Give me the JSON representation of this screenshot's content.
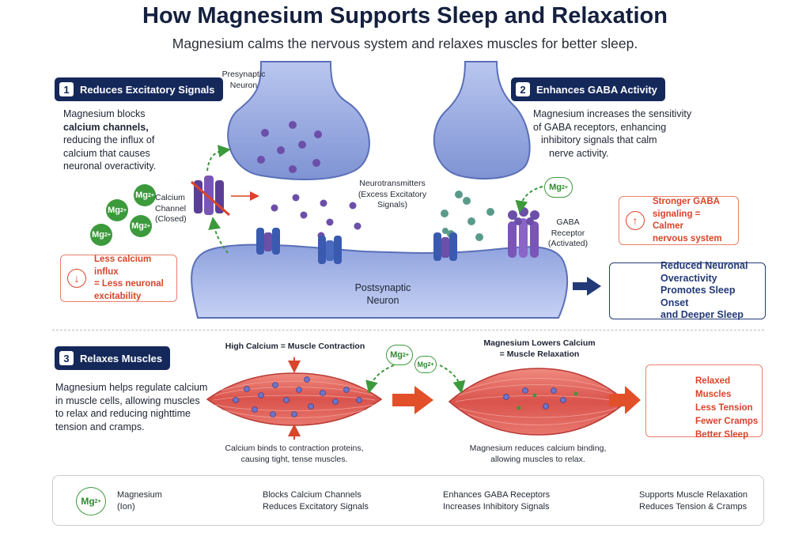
{
  "header": {
    "title": "How Magnesium Supports Sleep and Relaxation",
    "subtitle": "Magnesium calms the nervous system and relaxes muscles for better sleep."
  },
  "section1": {
    "number": "1",
    "title": "Reduces Excitatory Signals",
    "body": [
      "Magnesium blocks",
      "calcium channels,",
      "reducing the influx of",
      "calcium that causes",
      "neuronal overactivity."
    ],
    "channel_label": [
      "Calcium",
      "Channel",
      "(Closed)"
    ],
    "callout": [
      "Less calcium influx",
      "= Less neuronal",
      "excitability"
    ]
  },
  "section2": {
    "number": "2",
    "title": "Enhances GABA Activity",
    "body": [
      "Magnesium increases the sensitivity",
      "of GABA receptors, enhancing",
      "inhibitory signals that calm",
      "nerve activity."
    ],
    "receptor_label": [
      "GABA",
      "Receptor",
      "(Activated)"
    ],
    "callout": [
      "Stronger GABA",
      "signaling = Calmer",
      "nervous system"
    ]
  },
  "synapse": {
    "presynaptic": [
      "Presynaptic",
      "Neuron"
    ],
    "neurotransmitters": [
      "Neurotransmitters",
      "(Excess Excitatory",
      "Signals)"
    ],
    "postsynaptic": [
      "Postsynaptic",
      "Neuron"
    ]
  },
  "outcome": [
    "Reduced Neuronal",
    "Overactivity",
    "Promotes Sleep Onset",
    "and Deeper Sleep"
  ],
  "section3": {
    "number": "3",
    "title": "Relaxes Muscles",
    "body": [
      "Magnesium helps regulate calcium",
      "in muscle cells, allowing muscles",
      "to relax and reducing nighttime",
      "tension and cramps."
    ],
    "high_ca_label": "High Calcium = Muscle Contraction",
    "high_ca_caption": [
      "Calcium binds to contraction proteins,",
      "causing tight, tense muscles."
    ],
    "low_ca_label": [
      "Magnesium Lowers Calcium",
      "= Muscle Relaxation"
    ],
    "low_ca_caption": [
      "Magnesium reduces calcium binding,",
      "allowing muscles to relax."
    ],
    "benefits": [
      "Relaxed Muscles",
      "Less Tension",
      "Fewer Cramps",
      "Better Sleep"
    ]
  },
  "mg_symbol": "Mg",
  "mg_charge": "2+",
  "legend": [
    {
      "line1": "Magnesium",
      "line2": "(Ion)"
    },
    {
      "line1": "Blocks Calcium Channels",
      "line2": "Reduces Excitatory Signals"
    },
    {
      "line1": "Enhances GABA Receptors",
      "line2": "Increases Inhibitory Signals"
    },
    {
      "line1": "Supports Muscle Relaxation",
      "line2": "Reduces Tension & Cramps"
    }
  ],
  "colors": {
    "navy": "#15285a",
    "magnesium_green": "#3c9a3c",
    "alert_red": "#d9442a",
    "neuron_blue": "#7f93d4",
    "muscle_red": "#e0605a"
  }
}
